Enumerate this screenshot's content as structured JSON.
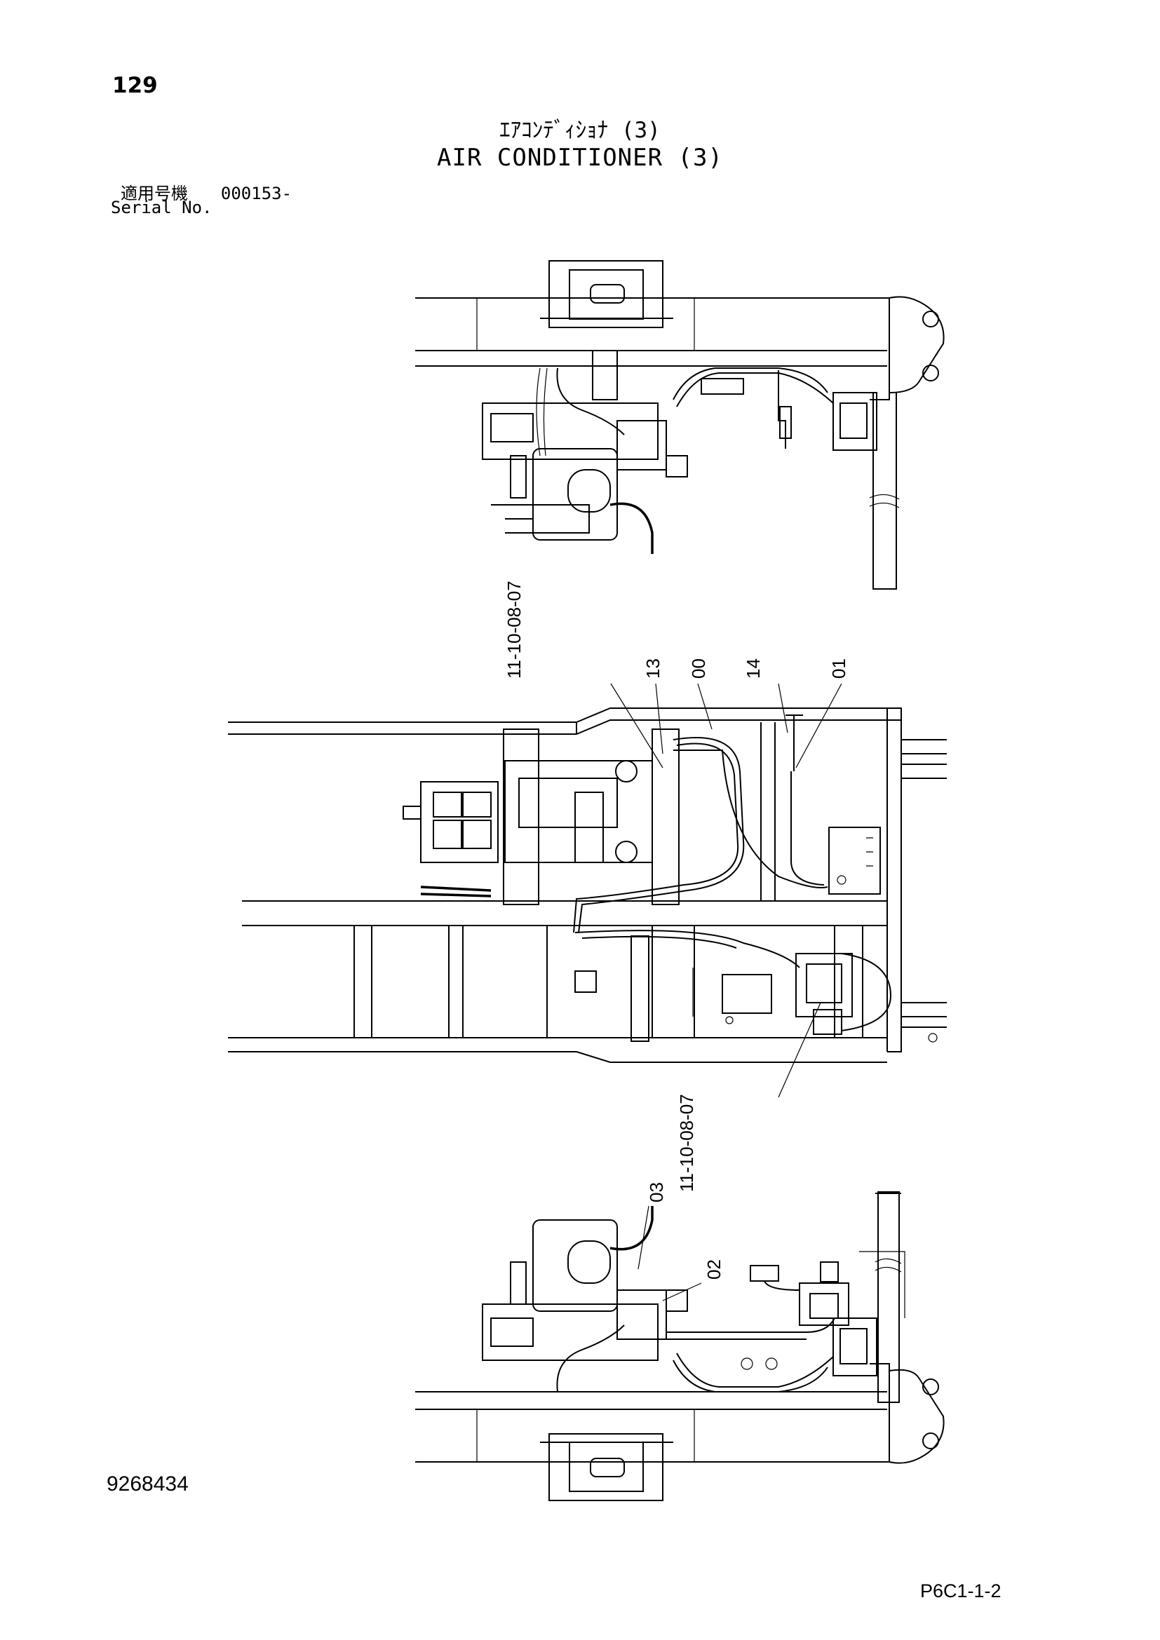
{
  "header": {
    "page_number": "129",
    "title_jp": "ｴｱｺﾝﾃﾞｨｼｮﾅ (3)",
    "title_en": "AIR CONDITIONER (3)",
    "serial_label_jp": "適用号機",
    "serial_value": "000153-",
    "serial_label_en": "Serial No."
  },
  "callouts": {
    "mid_top": [
      "11-10-08-07",
      "13",
      "00",
      "14",
      "01"
    ],
    "mid_bottom": "11-10-08-07",
    "bottom_view": [
      "03",
      "02"
    ]
  },
  "footer": {
    "doc_number": "9268434",
    "page_code": "P6C1-1-2"
  }
}
